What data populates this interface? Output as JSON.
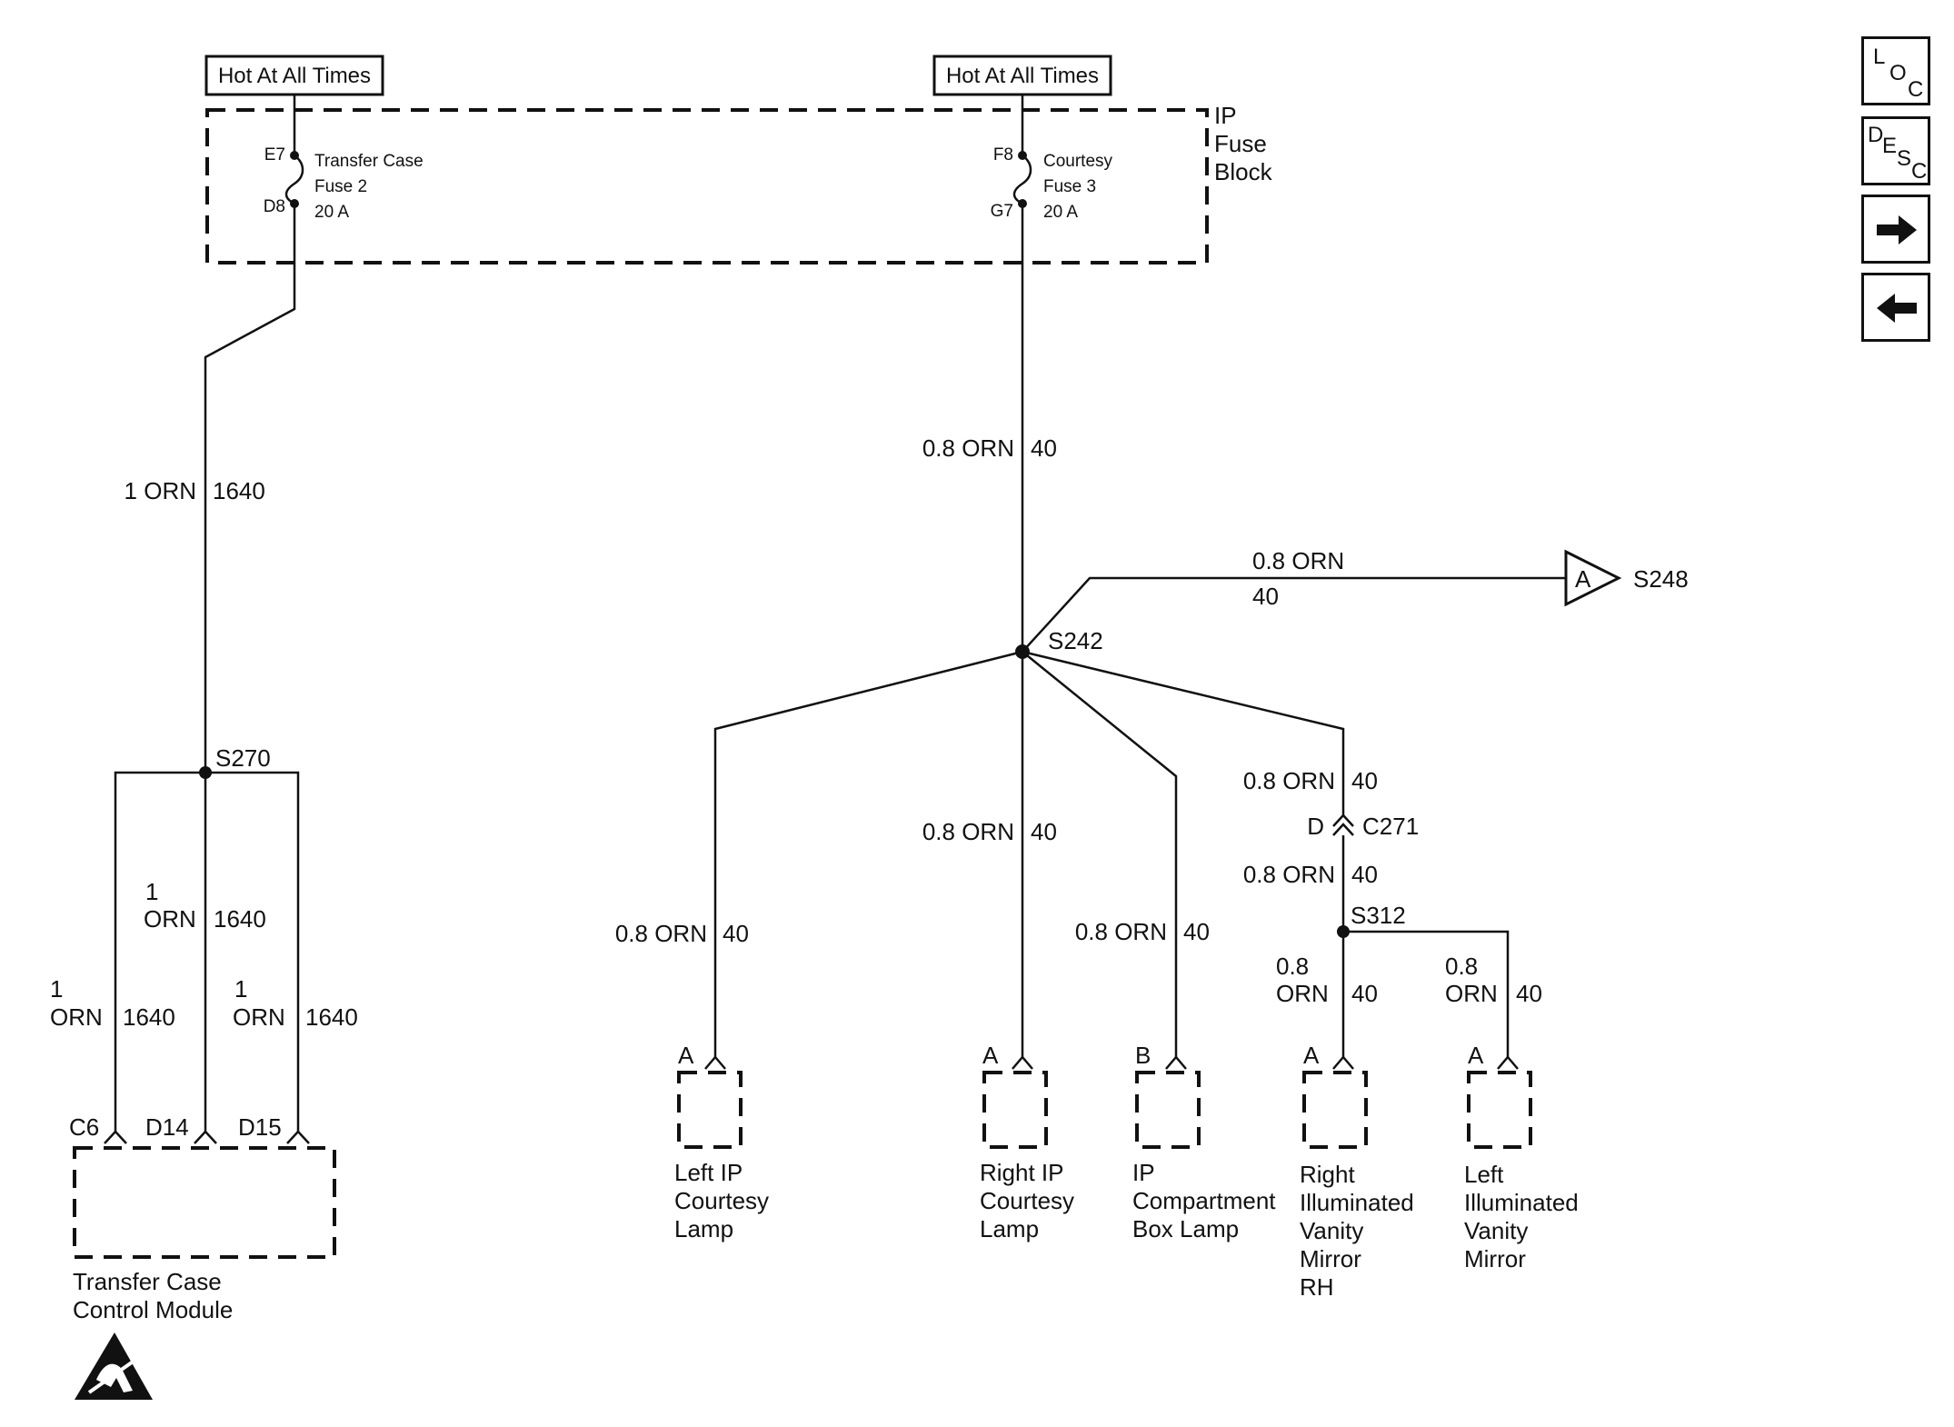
{
  "supply": {
    "left_label": "Hot At All Times",
    "right_label": "Hot At All Times"
  },
  "fuse_block": {
    "line1": "IP",
    "line2": "Fuse",
    "line3": "Block",
    "fuse_left": {
      "pin_top": "E7",
      "pin_bottom": "D8",
      "name1": "Transfer Case",
      "name2": "Fuse 2",
      "rating": "20 A"
    },
    "fuse_right": {
      "pin_top": "F8",
      "pin_bottom": "G7",
      "name1": "Courtesy",
      "name2": "Fuse 3",
      "rating": "20 A"
    }
  },
  "wires": {
    "tc_main": {
      "spec": "1 ORN",
      "circuit": "1640"
    },
    "courtesy_main": {
      "spec": "0.8 ORN",
      "circuit": "40"
    },
    "s248_branch": {
      "spec": "0.8 ORN",
      "circuit": "40"
    },
    "tc_c6": {
      "spec1": "1",
      "spec2": "ORN",
      "circuit": "1640"
    },
    "tc_d14": {
      "spec1": "1",
      "spec2": "ORN",
      "circuit": "1640"
    },
    "tc_d15": {
      "spec1": "1",
      "spec2": "ORN",
      "circuit": "1640"
    },
    "left_ip": {
      "spec": "0.8 ORN",
      "circuit": "40"
    },
    "right_ip": {
      "spec": "0.8 ORN",
      "circuit": "40"
    },
    "compartment": {
      "spec": "0.8 ORN",
      "circuit": "40"
    },
    "c271_upper": {
      "spec": "0.8 ORN",
      "circuit": "40"
    },
    "c271_lower": {
      "spec": "0.8 ORN",
      "circuit": "40"
    },
    "rh_mirror": {
      "spec1": "0.8",
      "spec2": "ORN",
      "circuit": "40"
    },
    "lh_mirror": {
      "spec1": "0.8",
      "spec2": "ORN",
      "circuit": "40"
    }
  },
  "splices": {
    "s270": "S270",
    "s242": "S242",
    "s312": "S312",
    "s248": "S248",
    "s248_connector_letter": "A"
  },
  "inline_connector": {
    "name": "C271",
    "pin": "D"
  },
  "module": {
    "name_line1": "Transfer Case",
    "name_line2": "Control Module",
    "pins": [
      "C6",
      "D14",
      "D15"
    ]
  },
  "loads": [
    {
      "pin": "A",
      "line1": "Left IP",
      "line2": "Courtesy",
      "line3": "Lamp",
      "line4": "",
      "line5": ""
    },
    {
      "pin": "A",
      "line1": "Right IP",
      "line2": "Courtesy",
      "line3": "Lamp",
      "line4": "",
      "line5": ""
    },
    {
      "pin": "B",
      "line1": "IP",
      "line2": "Compartment",
      "line3": "Box Lamp",
      "line4": "",
      "line5": ""
    },
    {
      "pin": "A",
      "line1": "Right",
      "line2": "Illuminated",
      "line3": "Vanity",
      "line4": "Mirror",
      "line5": "RH"
    },
    {
      "pin": "A",
      "line1": "Left",
      "line2": "Illuminated",
      "line3": "Vanity",
      "line4": "Mirror",
      "line5": ""
    }
  ],
  "nav": {
    "loc": {
      "l": "L",
      "o": "O",
      "c": "C"
    },
    "desc": {
      "d": "D",
      "e": "E",
      "s": "S",
      "c": "C"
    },
    "next_icon": "right-arrow-icon",
    "prev_icon": "left-arrow-icon"
  },
  "esd_icon": "esd-sensitive-icon"
}
